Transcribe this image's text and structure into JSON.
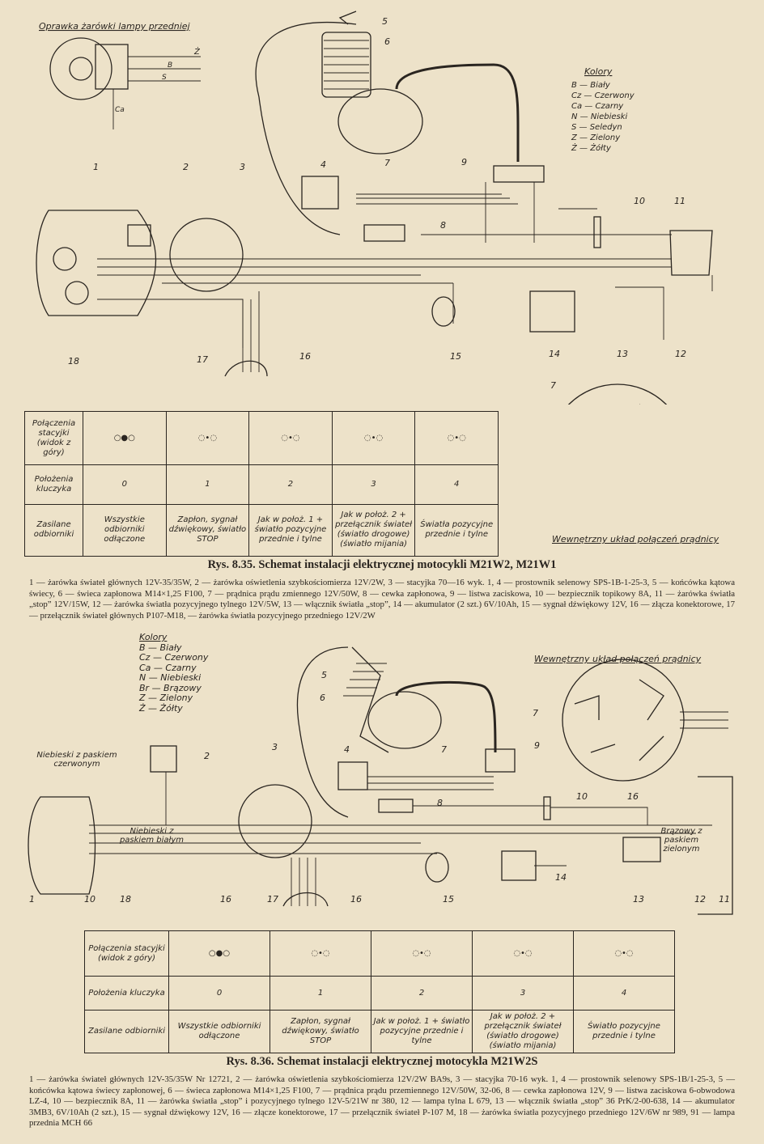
{
  "d1": {
    "title_lamp": "Oprawka żarówki lampy przedniej",
    "kolory_title": "Kolory",
    "kolory": [
      "B — Biały",
      "Cz — Czerwony",
      "Ca — Czarny",
      "N — Niebieski",
      "S — Seledyn",
      "Z — Zielony",
      "Ż — Żółty"
    ],
    "inner_title": "Wewnętrzny układ połączeń prądnicy",
    "table": {
      "row_labels": [
        "Połączenia stacyjki (widok z góry)",
        "Położenia kluczyka",
        "Zasilane odbiorniki"
      ],
      "positions": [
        "0",
        "1",
        "2",
        "3",
        "4"
      ],
      "receivers": [
        "Wszystkie odbiorniki odłączone",
        "Zapłon, sygnał dźwiękowy, światło STOP",
        "Jak w położ. 1 + światło pozycyjne przednie i tylne",
        "Jak w położ. 2 + przełącznik świateł (światło drogowe) (światło mijania)",
        "Światła pozycyjne przednie i tylne"
      ]
    },
    "caption": "Rys. 8.35. Schemat instalacji elektrycznej motocykli M21W2, M21W1",
    "legend": "1 — żarówka świateł głównych 12V-35/35W, 2 — żarówka oświetlenia szybkościomierza 12V/2W, 3 — stacyjka 70—16 wyk. 1, 4 — prostownik selenowy SPS-1B-1-25-3, 5 — końcówka kątowa świecy, 6 — świeca zapłonowa M14×1,25 F100, 7 — prądnica prądu zmiennego 12V/50W, 8 — cewka zapłonowa, 9 — listwa zaciskowa, 10 — bezpiecznik topikowy 8A, 11 — żarówka światła „stop” 12V/15W, 12 — żarówka światła pozycyjnego tylnego 12V/5W, 13 — włącznik światła „stop”, 14 — akumulator (2 szt.) 6V/10Ah, 15 — sygnał dźwiękowy 12V, 16 — złącza konektorowe, 17 — przełącznik świateł głównych P107-M18, — żarówka światła pozycyjnego przedniego 12V/2W"
  },
  "d2": {
    "kolory_title": "Kolory",
    "kolory": [
      "B — Biały",
      "Cz — Czerwony",
      "Ca — Czarny",
      "N — Niebieski",
      "Br — Brązowy",
      "Z — Zielony",
      "Ż — Żółty"
    ],
    "inner_title": "Wewnętrzny układ połączeń prądnicy",
    "label_blue_red": "Niebieski z paskiem czerwonym",
    "label_blue_white": "Niebieski z paskiem białym",
    "label_brown_green": "Brązowy z paskiem zielonym",
    "table": {
      "row_labels": [
        "Połączenia stacyjki (widok z góry)",
        "Położenia kluczyka",
        "Zasilane odbiorniki"
      ],
      "positions": [
        "0",
        "1",
        "2",
        "3",
        "4"
      ],
      "receivers": [
        "Wszystkie odbiorniki odłączone",
        "Zapłon, sygnał dźwiękowy, światło STOP",
        "Jak w położ. 1 + światło pozycyjne przednie i tylne",
        "Jak w położ. 2 + przełącznik świateł (światło drogowe) (światło mijania)",
        "Światło pozycyjne przednie i tylne"
      ]
    },
    "caption": "Rys. 8.36. Schemat instalacji elektrycznej motocykla M21W2S",
    "legend": "1 — żarówka świateł głównych 12V-35/35W Nr 12721, 2 — żarówka oświetlenia szybkościomierza 12V/2W BA9s, 3 — stacyjka 70-16 wyk. 1, 4 — prostownik selenowy SPS-1B/1-25-3, 5 — końcówka kątowa świecy zapłonowej, 6 — świeca zapłonowa M14×1,25 F100, 7 — prądnica prądu przemiennego 12V/50W, 32-06, 8 — cewka zapłonowa 12V, 9 — listwa zaciskowa 6-obwodowa LZ-4, 10 — bezpiecznik 8A, 11 — żarówka światła „stop” i pozycyjnego tylnego 12V-5/21W nr 380, 12 — lampa tylna L 679, 13 — włącznik światła „stop” 36 PrK/2-00-638, 14 — akumulator 3MB3, 6V/10Ah (2 szt.), 15 — sygnał dźwiękowy 12V, 16 — złącze konektorowe, 17 — przełącznik świateł P-107 M, 18 — żarówka światła pozycyjnego przedniego 12V/6W nr 989, 91 — lampa przednia MCH 66"
  }
}
